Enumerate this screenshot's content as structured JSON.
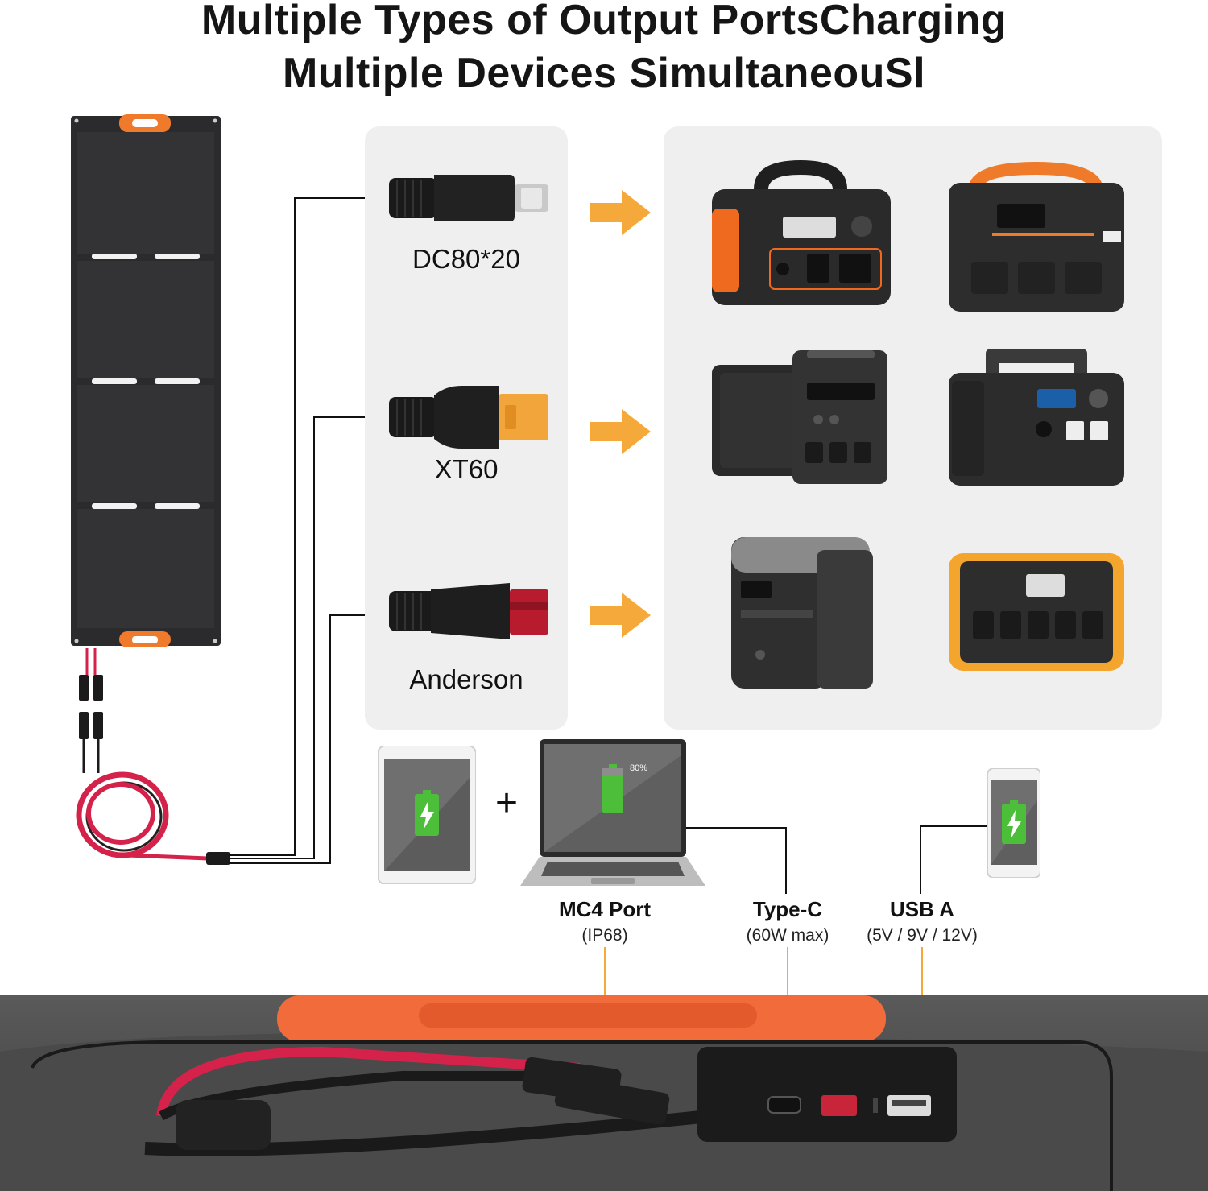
{
  "title": {
    "line1": "Multiple Types of Output PortsCharging",
    "line2": "Multiple Devices SimultaneouSl"
  },
  "connectors": [
    {
      "label": "DC80*20",
      "icon": "dc8020-plug-icon"
    },
    {
      "label": "XT60",
      "icon": "xt60-plug-icon"
    },
    {
      "label": "Anderson",
      "icon": "anderson-plug-icon"
    }
  ],
  "devices": {
    "plus_sign": "+",
    "laptop_battery": "80%"
  },
  "ports": [
    {
      "title": "MC4 Port",
      "sub": "(IP68)"
    },
    {
      "title": "Type-C",
      "sub": "(60W max)"
    },
    {
      "title": "USB A",
      "sub": "(5V / 9V / 12V)"
    }
  ],
  "colors": {
    "accent_orange": "#f07a2c",
    "arrow_orange": "#f6a93b",
    "panel_gray": "#efefef",
    "battery_green": "#4cbe3a",
    "cable_red": "#d4224a"
  }
}
